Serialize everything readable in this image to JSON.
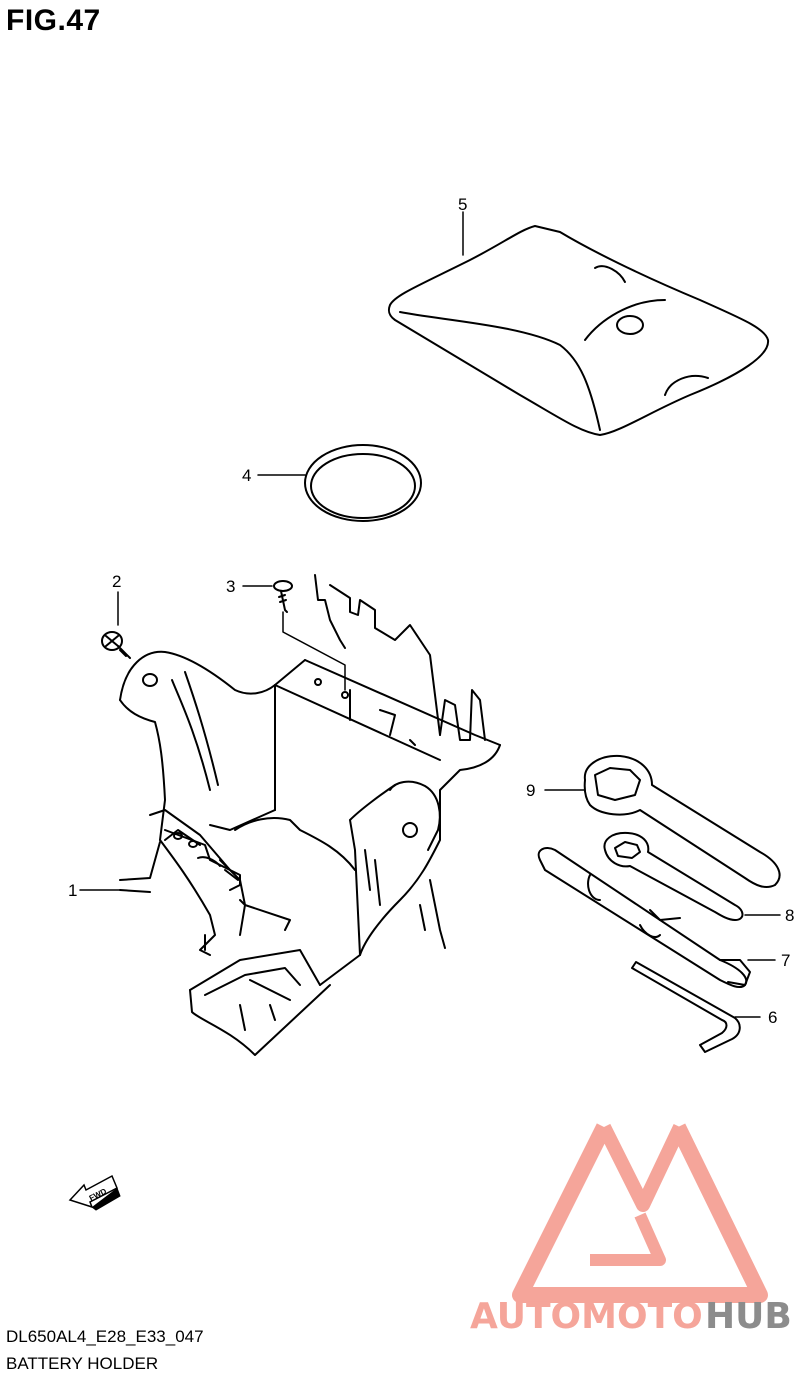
{
  "figure": {
    "title": "FIG.47"
  },
  "caption": {
    "model_code": "DL650AL4_E28_E33_047",
    "name": "BATTERY HOLDER"
  },
  "callouts": [
    "1",
    "2",
    "3",
    "4",
    "5",
    "6",
    "7",
    "8",
    "9"
  ],
  "fwd_arrow": {
    "text": "FWD"
  },
  "watermark": {
    "left": "AUTOMOTO",
    "right": "HUB",
    "color_main": "#f5a59a",
    "color_accent": "#f8c58c",
    "color_right": "#8c8c8c"
  }
}
